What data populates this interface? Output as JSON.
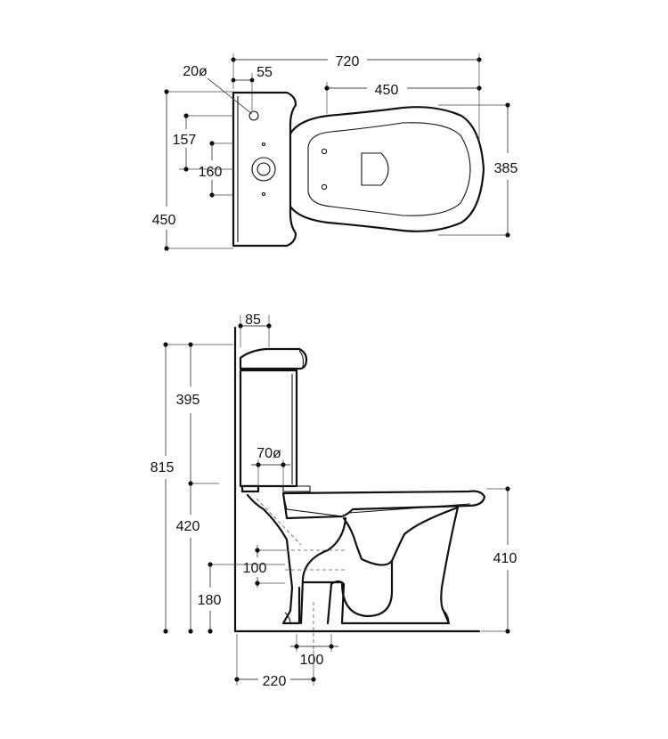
{
  "top_view": {
    "overall_length": "720",
    "bowl_length": "450",
    "hole_diameter": "20ø",
    "hole_offset": "55",
    "hole_to_outlet": "157",
    "outlet_span": "160",
    "overall_width": "450",
    "bowl_width": "385"
  },
  "side_view": {
    "cistern_top_offset": "85",
    "cistern_height": "395",
    "total_height": "815",
    "inlet_diameter": "70ø",
    "base_to_cistern": "420",
    "waste_outlet_size": "100",
    "waste_outlet_height": "180",
    "seat_height": "410",
    "floor_outlet_size": "100",
    "wall_to_outlet": "220"
  }
}
